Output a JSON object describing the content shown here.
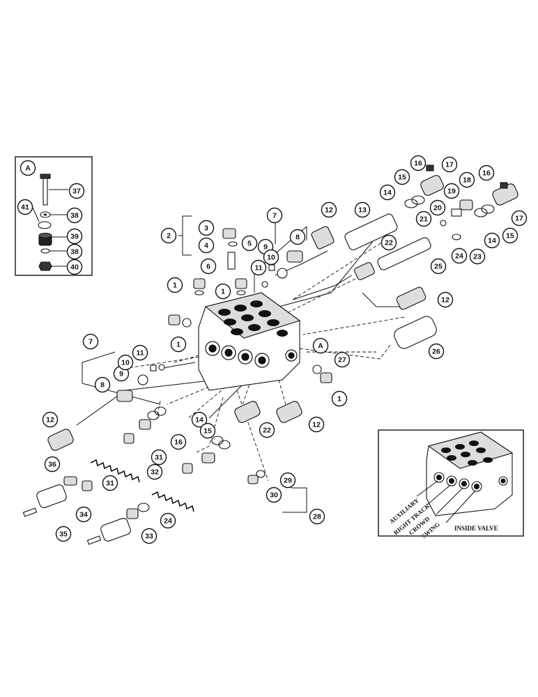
{
  "callouts": [
    {
      "id": "c1a",
      "text": "1"
    },
    {
      "id": "c1b",
      "text": "1"
    },
    {
      "id": "c1c",
      "text": "1"
    },
    {
      "id": "c1d",
      "text": "1"
    },
    {
      "id": "c2",
      "text": "2"
    },
    {
      "id": "c3",
      "text": "3"
    },
    {
      "id": "c4",
      "text": "4"
    },
    {
      "id": "c5",
      "text": "5"
    },
    {
      "id": "c6",
      "text": "6"
    },
    {
      "id": "c7a",
      "text": "7"
    },
    {
      "id": "c7b",
      "text": "7"
    },
    {
      "id": "c8a",
      "text": "8"
    },
    {
      "id": "c8b",
      "text": "8"
    },
    {
      "id": "c9a",
      "text": "9"
    },
    {
      "id": "c9b",
      "text": "9"
    },
    {
      "id": "c10a",
      "text": "10"
    },
    {
      "id": "c10b",
      "text": "10"
    },
    {
      "id": "c11a",
      "text": "11"
    },
    {
      "id": "c11b",
      "text": "11"
    },
    {
      "id": "c12a",
      "text": "12"
    },
    {
      "id": "c12b",
      "text": "12"
    },
    {
      "id": "c12c",
      "text": "12"
    },
    {
      "id": "c12d",
      "text": "12"
    },
    {
      "id": "c13",
      "text": "13"
    },
    {
      "id": "c14a",
      "text": "14"
    },
    {
      "id": "c14b",
      "text": "14"
    },
    {
      "id": "c14c",
      "text": "14"
    },
    {
      "id": "c15a",
      "text": "15"
    },
    {
      "id": "c15b",
      "text": "15"
    },
    {
      "id": "c15c",
      "text": "15"
    },
    {
      "id": "c16a",
      "text": "16"
    },
    {
      "id": "c16b",
      "text": "16"
    },
    {
      "id": "c16c",
      "text": "16"
    },
    {
      "id": "c17a",
      "text": "17"
    },
    {
      "id": "c17b",
      "text": "17"
    },
    {
      "id": "c18",
      "text": "18"
    },
    {
      "id": "c19",
      "text": "19"
    },
    {
      "id": "c20",
      "text": "20"
    },
    {
      "id": "c21",
      "text": "21"
    },
    {
      "id": "c22a",
      "text": "22"
    },
    {
      "id": "c22b",
      "text": "22"
    },
    {
      "id": "c23",
      "text": "23"
    },
    {
      "id": "c24a",
      "text": "24"
    },
    {
      "id": "c24b",
      "text": "24"
    },
    {
      "id": "c25",
      "text": "25"
    },
    {
      "id": "c26",
      "text": "26"
    },
    {
      "id": "c27",
      "text": "27"
    },
    {
      "id": "c28",
      "text": "28"
    },
    {
      "id": "c29",
      "text": "29"
    },
    {
      "id": "c30",
      "text": "30"
    },
    {
      "id": "c31a",
      "text": "31"
    },
    {
      "id": "c31b",
      "text": "31"
    },
    {
      "id": "c32",
      "text": "32"
    },
    {
      "id": "c33",
      "text": "33"
    },
    {
      "id": "c34",
      "text": "34"
    },
    {
      "id": "c35",
      "text": "35"
    },
    {
      "id": "c36",
      "text": "36"
    },
    {
      "id": "c37",
      "text": "37"
    },
    {
      "id": "c38a",
      "text": "38"
    },
    {
      "id": "c38b",
      "text": "38"
    },
    {
      "id": "c39",
      "text": "39"
    },
    {
      "id": "c40",
      "text": "40"
    },
    {
      "id": "c41",
      "text": "41"
    },
    {
      "id": "cAinset",
      "text": "A"
    },
    {
      "id": "cAbody",
      "text": "A"
    }
  ],
  "inset": {
    "labels": [
      "AUXILIARY",
      "RIGHT TRACK",
      "CROWD",
      "SWING"
    ],
    "caption": "INSIDE VALVE"
  }
}
